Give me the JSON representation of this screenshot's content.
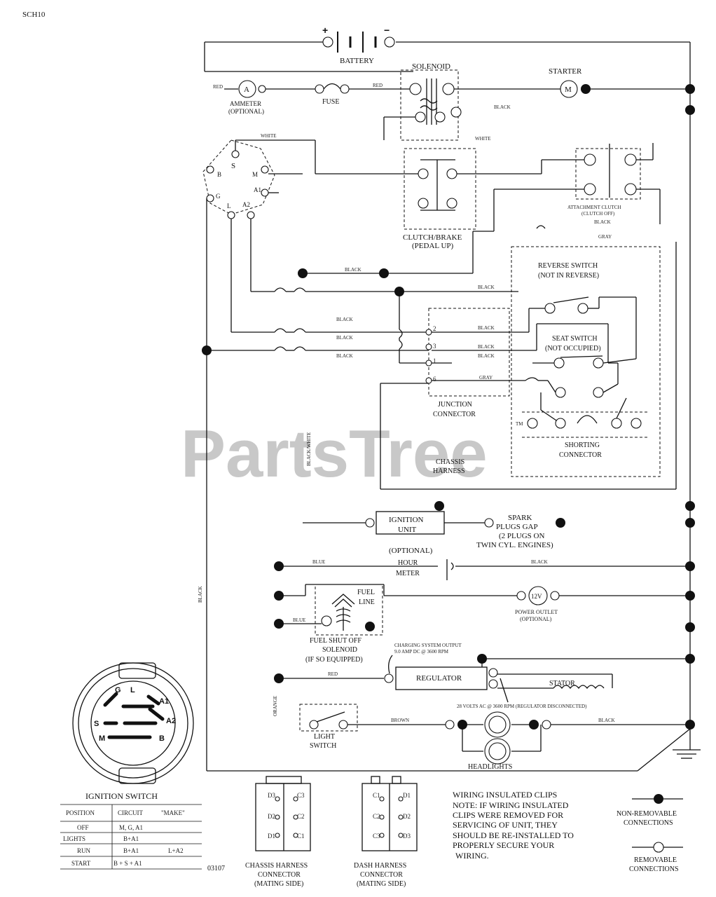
{
  "diagram_code": "SCH10",
  "watermark": "PartsTree",
  "watermark_tm": "TM",
  "drawing_number": "03107",
  "battery": {
    "label": "BATTERY",
    "plus": "+",
    "minus": "−"
  },
  "solenoid": "SOLENOID",
  "starter": {
    "label": "STARTER",
    "symbol": "M"
  },
  "ammeter": {
    "label": "AMMETER",
    "option": "(OPTIONAL)",
    "symbol": "A"
  },
  "fuse": "FUSE",
  "ignition_terminals": {
    "s": "S",
    "b": "B",
    "m": "M",
    "g": "G",
    "a1": "A1",
    "l": "L",
    "a2": "A2"
  },
  "clutch_brake": {
    "line1": "CLUTCH/BRAKE",
    "line2": "(PEDAL UP)"
  },
  "attachment_clutch": {
    "line1": "ATTACHMENT CLUTCH",
    "line2": "(CLUTCH OFF)"
  },
  "reverse_switch": {
    "line1": "REVERSE SWITCH",
    "line2": "(NOT IN REVERSE)"
  },
  "seat_switch": {
    "line1": "SEAT SWITCH",
    "line2": "(NOT OCCUPIED)"
  },
  "junction_connector": {
    "line1": "JUNCTION",
    "line2": "CONNECTOR",
    "pins": [
      "2",
      "3",
      "1",
      "6"
    ]
  },
  "shorting_connector": {
    "line1": "SHORTING",
    "line2": "CONNECTOR"
  },
  "chassis_harness": {
    "line1": "CHASSIS",
    "line2": "HARNESS"
  },
  "ignition_unit": {
    "line1": "IGNITION",
    "line2": "UNIT"
  },
  "spark_plugs": {
    "line1": "SPARK",
    "line2": "PLUGS GAP",
    "line3": "(2 PLUGS ON",
    "line4": "TWIN CYL. ENGINES)"
  },
  "hour_meter": {
    "line1": "(OPTIONAL)",
    "line2": "HOUR",
    "line3": "METER"
  },
  "fuel_line": {
    "line1": "FUEL",
    "line2": "LINE"
  },
  "fuel_shutoff": {
    "line1": "FUEL SHUT OFF",
    "line2": "SOLENOID",
    "line3": "(IF SO EQUIPPED)"
  },
  "power_outlet": {
    "line1": "POWER OUTLET",
    "line2": "(OPTIONAL)",
    "symbol": "12V"
  },
  "regulator": "REGULATOR",
  "charging_output": {
    "line1": "CHARGING SYSTEM OUTPUT",
    "line2": "9.0 AMP DC @ 3600 RPM"
  },
  "stator": "STATOR",
  "stator_ac": "28 VOLTS AC @ 3600 RPM (REGULATOR DISCONNECTED)",
  "light_switch": {
    "line1": "LIGHT",
    "line2": "SWITCH"
  },
  "headlights": "HEADLIGHTS",
  "wire_colors": {
    "red": "RED",
    "black": "BLACK",
    "white": "WHITE",
    "gray": "GRAY",
    "blue": "BLUE",
    "brown": "BROWN",
    "orange": "ORANGE",
    "black_white": "BLACK/WHITE"
  },
  "ignition_switch": {
    "title": "IGNITION SWITCH",
    "letters": {
      "g": "G",
      "l": "L",
      "a1": "A1",
      "a2": "A2",
      "s": "S",
      "m": "M",
      "b": "B"
    },
    "headers": [
      "POSITION",
      "CIRCUIT",
      "\"MAKE\""
    ],
    "rows": [
      [
        "OFF",
        "M, G, A1",
        ""
      ],
      [
        "LIGHTS",
        "B+A1",
        ""
      ],
      [
        "RUN",
        "B+A1",
        "L+A2"
      ],
      [
        "START",
        "B + S + A1",
        ""
      ]
    ]
  },
  "chassis_connector": {
    "line1": "CHASSIS HARNESS",
    "line2": "CONNECTOR",
    "line3": "(MATING SIDE)",
    "pins_left": [
      "D3",
      "D2",
      "D1"
    ],
    "pins_right": [
      "C3",
      "C2",
      "C1"
    ]
  },
  "dash_connector": {
    "line1": "DASH HARNESS",
    "line2": "CONNECTOR",
    "line3": "(MATING SIDE)",
    "pins_left": [
      "C1",
      "C2",
      "C3"
    ],
    "pins_right": [
      "D1",
      "D2",
      "D3"
    ]
  },
  "note": {
    "line1": "WIRING INSULATED CLIPS",
    "line2": "NOTE: IF WIRING INSULATED",
    "line3": "CLIPS WERE REMOVED FOR",
    "line4": "SERVICING OF UNIT, THEY",
    "line5": "SHOULD BE RE-INSTALLED TO",
    "line6": "PROPERLY SECURE YOUR",
    "line7": "WIRING."
  },
  "legend": {
    "non_removable_1": "NON-REMOVABLE",
    "non_removable_2": "CONNECTIONS",
    "removable_1": "REMOVABLE",
    "removable_2": "CONNECTIONS"
  }
}
